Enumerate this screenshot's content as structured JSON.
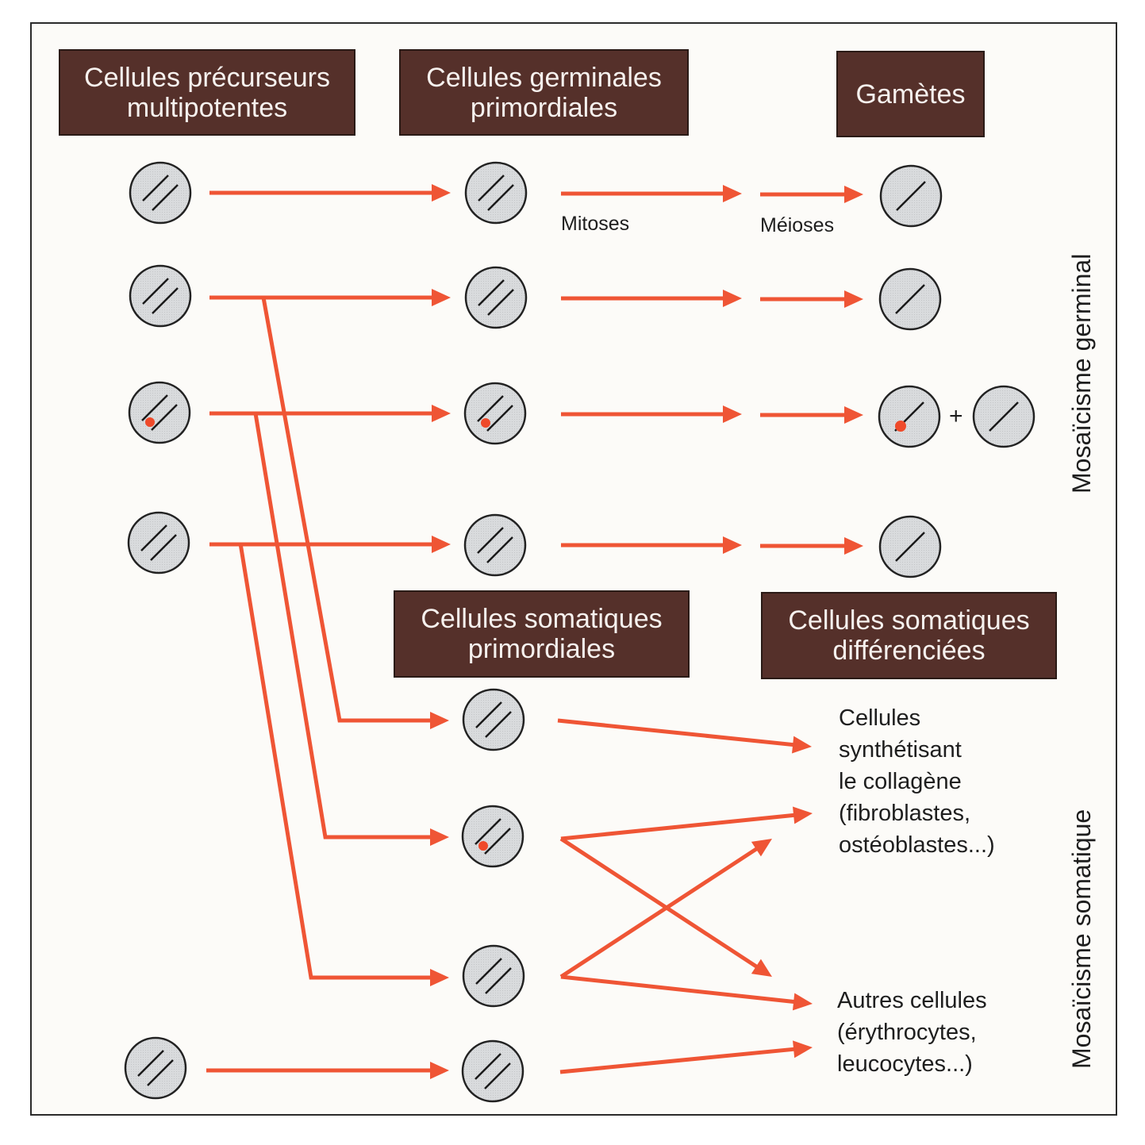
{
  "headers": {
    "precursors": "Cellules précurseurs\nmultipotentes",
    "germinal_primordial": "Cellules germinales\nprimordiales",
    "gametes": "Gamètes",
    "somatic_primordial": "Cellules somatiques\nprimordiales",
    "somatic_differentiated": "Cellules somatiques\ndifférenciées"
  },
  "stage_labels": {
    "mitoses": "Mitoses",
    "meioses": "Méioses"
  },
  "plus_sign": "+",
  "targets": {
    "collagen": "Cellules\nsynthétisant\nle collagène\n(fibroblastes,\nostéoblastes...)",
    "other": "Autres cellules\n(érythrocytes,\nleucocytes...)"
  },
  "side_labels": {
    "germinal": "Mosaïcisme germinal",
    "somatic": "Mosaïcisme somatique"
  },
  "colors": {
    "arrow": "#ef5535",
    "header_bg": "#55302a",
    "cell_fill": "#d6d8da",
    "mutation_dot": "#ef4a2a"
  },
  "cells": {
    "precursors": [
      {
        "chromosomes": 2,
        "mutated": false
      },
      {
        "chromosomes": 2,
        "mutated": false
      },
      {
        "chromosomes": 2,
        "mutated": true
      },
      {
        "chromosomes": 2,
        "mutated": false
      },
      {
        "chromosomes": 2,
        "mutated": false
      }
    ],
    "germinal": [
      {
        "chromosomes": 2,
        "mutated": false
      },
      {
        "chromosomes": 2,
        "mutated": false
      },
      {
        "chromosomes": 2,
        "mutated": true
      },
      {
        "chromosomes": 2,
        "mutated": false
      }
    ],
    "gametes": [
      {
        "chromosomes": 1,
        "mutated": false
      },
      {
        "chromosomes": 1,
        "mutated": false
      },
      {
        "chromosomes": 1,
        "mutated": true
      },
      {
        "chromosomes": 1,
        "mutated": false
      },
      {
        "chromosomes": 1,
        "mutated": false
      }
    ],
    "somatic": [
      {
        "chromosomes": 2,
        "mutated": false
      },
      {
        "chromosomes": 2,
        "mutated": true
      },
      {
        "chromosomes": 2,
        "mutated": false
      },
      {
        "chromosomes": 2,
        "mutated": false
      }
    ]
  }
}
